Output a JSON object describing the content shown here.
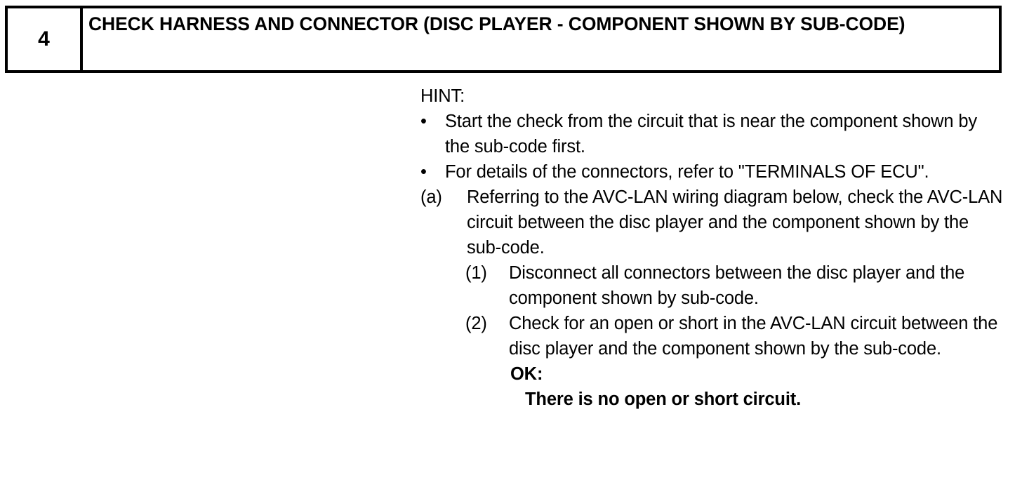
{
  "step_header": {
    "number": "4",
    "title": "CHECK HARNESS AND CONNECTOR (DISC PLAYER - COMPONENT SHOWN BY SUB-CODE)"
  },
  "body": {
    "hint_label": "HINT:",
    "hints": [
      {
        "marker": "•",
        "text": "Start the check from the circuit that is near the component shown by the sub-code first."
      },
      {
        "marker": "•",
        "text": "For details of the connectors, refer to \"TERMINALS OF ECU\"."
      }
    ],
    "steps": [
      {
        "marker": "(a)",
        "text": "Referring to the AVC-LAN wiring diagram below, check the AVC-LAN circuit between the disc player and the component shown by the sub-code.",
        "substeps": [
          {
            "marker": "(1)",
            "text": "Disconnect all connectors between the disc player and the component shown by sub-code."
          },
          {
            "marker": "(2)",
            "text": "Check for an open or short in the AVC-LAN circuit between the disc player and the component shown by the sub-code."
          }
        ]
      }
    ],
    "ok_label": "OK:",
    "ok_result": "There is no open or short circuit."
  },
  "colors": {
    "text": "#000000",
    "border": "#000000",
    "background": "#ffffff"
  }
}
